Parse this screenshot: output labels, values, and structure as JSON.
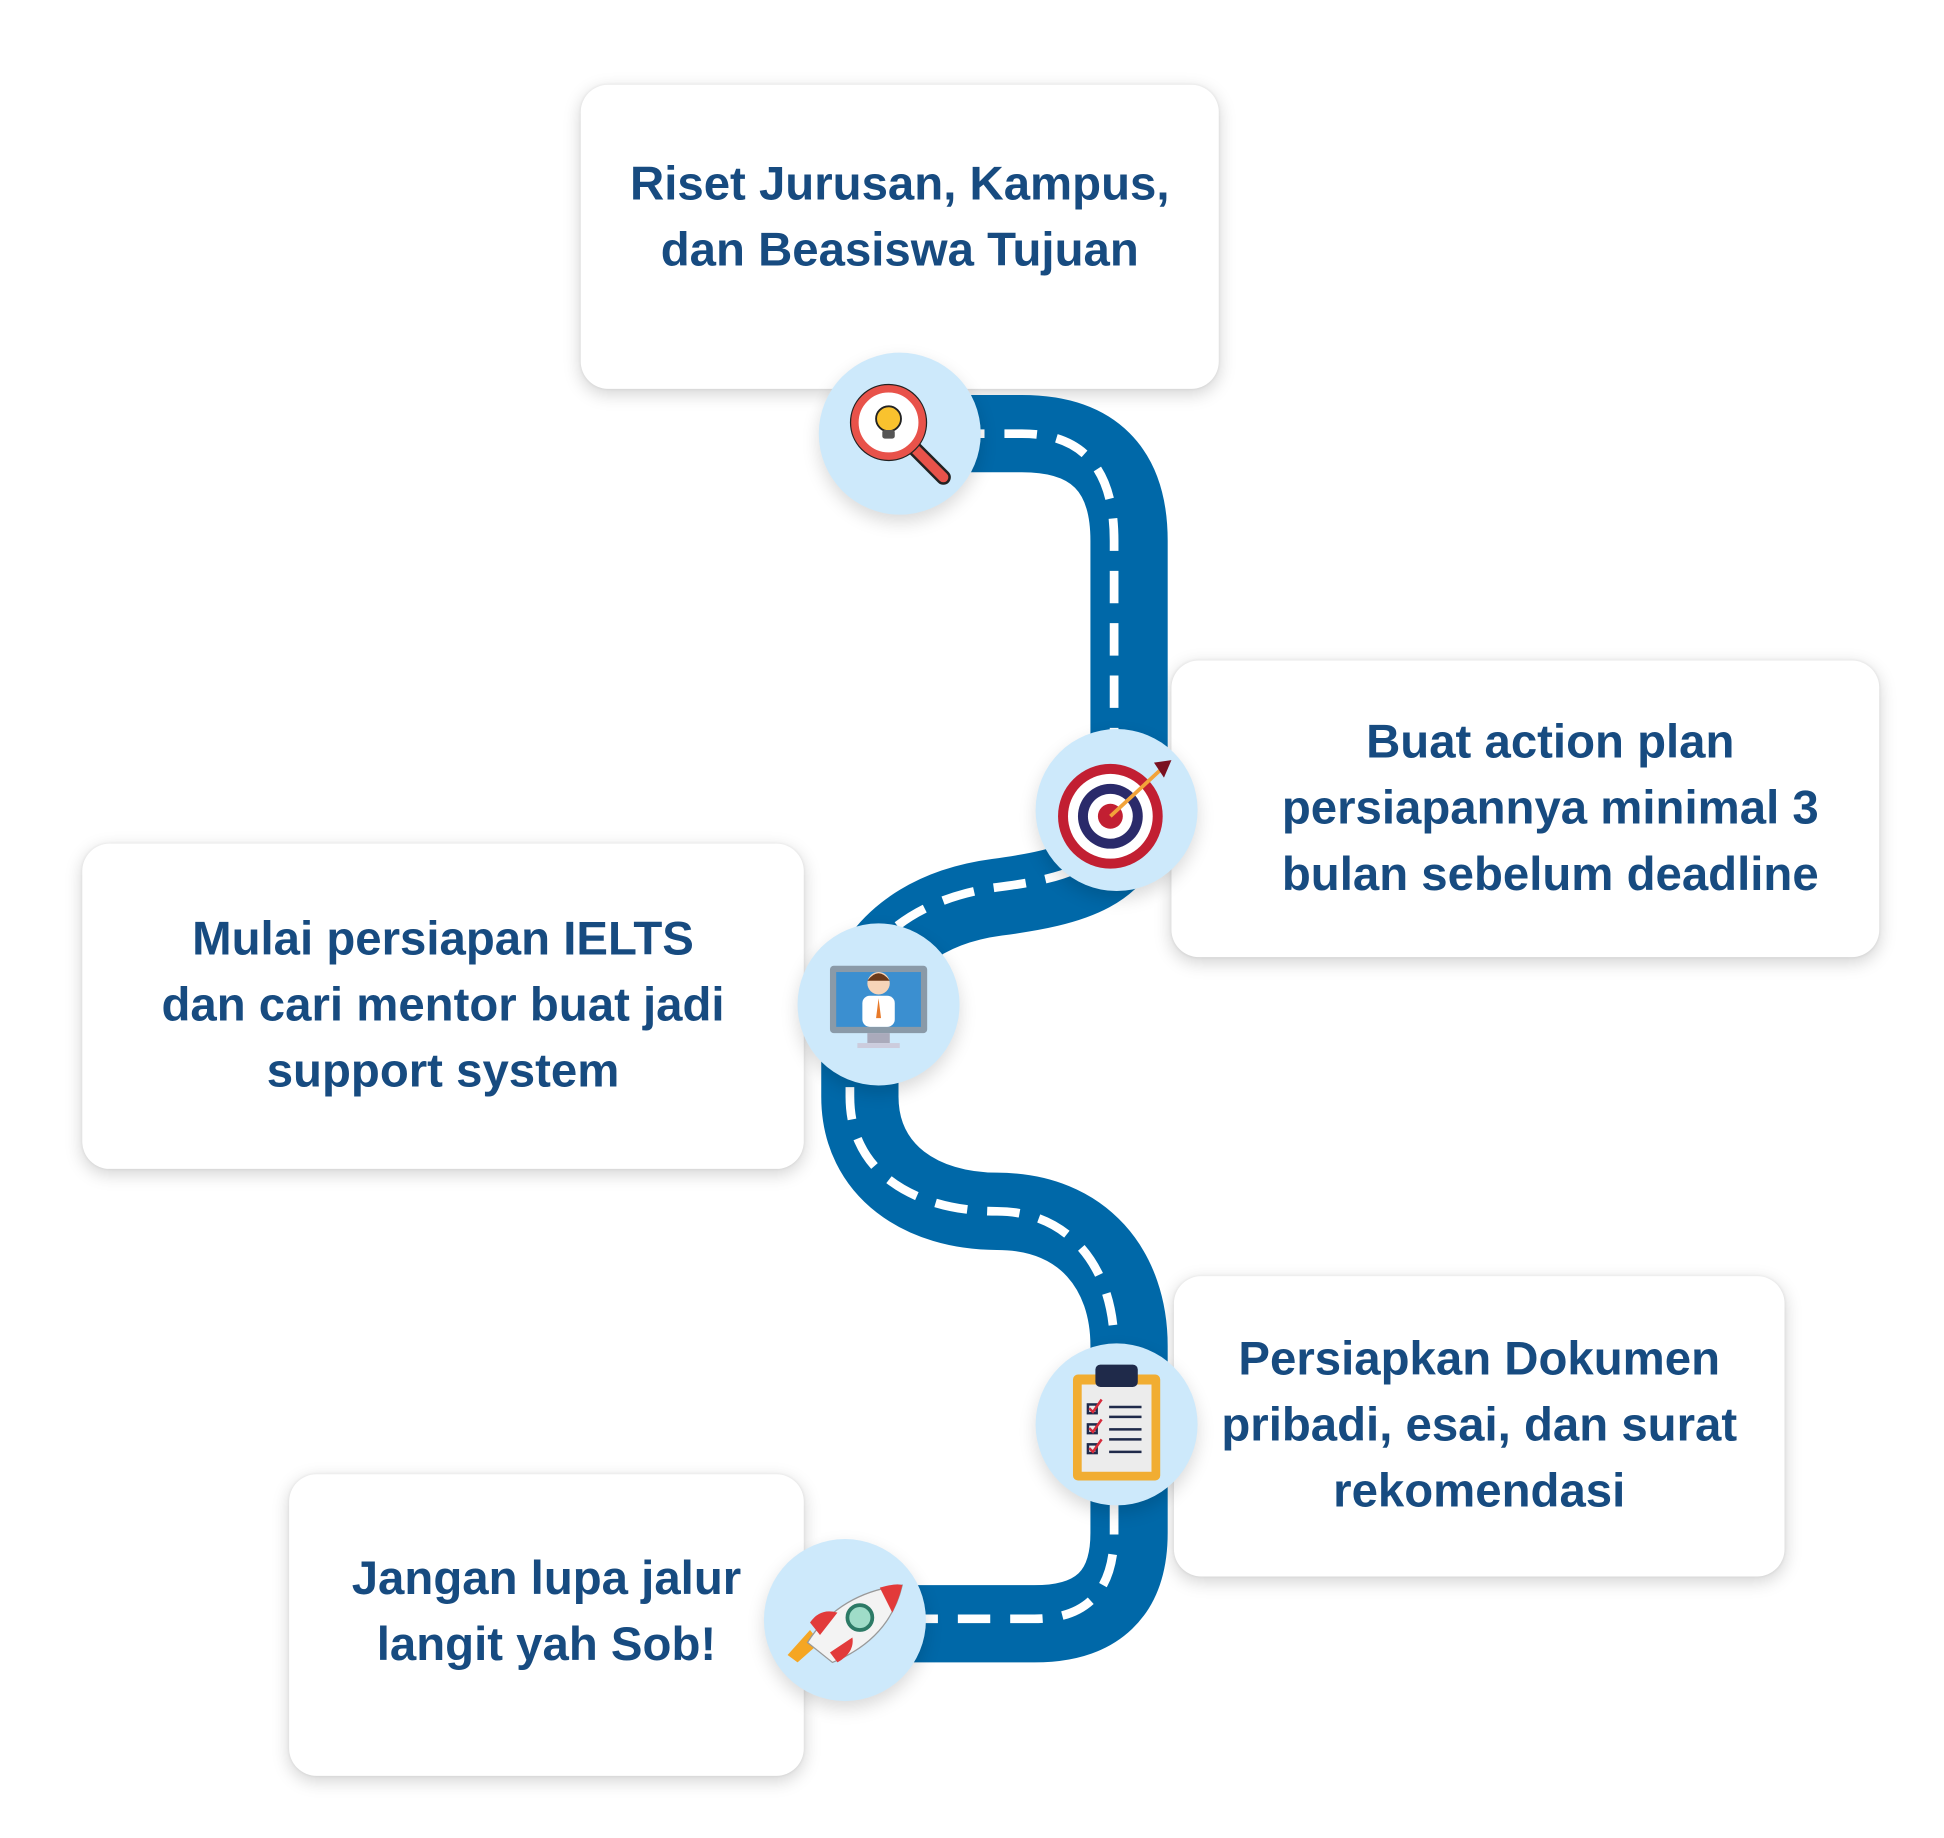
{
  "steps": [
    {
      "lines": [
        "Riset Jurusan, Kampus,",
        "dan Beasiswa Tujuan"
      ],
      "icon": "magnifier-lightbulb-icon"
    },
    {
      "lines": [
        "Buat action plan",
        "persiapannya minimal 3",
        "bulan sebelum deadline"
      ],
      "icon": "target-icon"
    },
    {
      "lines": [
        "Mulai persiapan IELTS",
        "dan cari mentor buat jadi",
        "support system"
      ],
      "icon": "mentor-monitor-icon"
    },
    {
      "lines": [
        "Persiapkan Dokumen",
        "pribadi, esai, dan surat",
        "rekomendasi"
      ],
      "icon": "clipboard-checklist-icon"
    },
    {
      "lines": [
        "Jangan lupa jalur",
        "langit yah Sob!"
      ],
      "icon": "rocket-icon"
    }
  ],
  "colors": {
    "road": "#0068a8",
    "text": "#174b80",
    "node": "#cde9fb"
  }
}
